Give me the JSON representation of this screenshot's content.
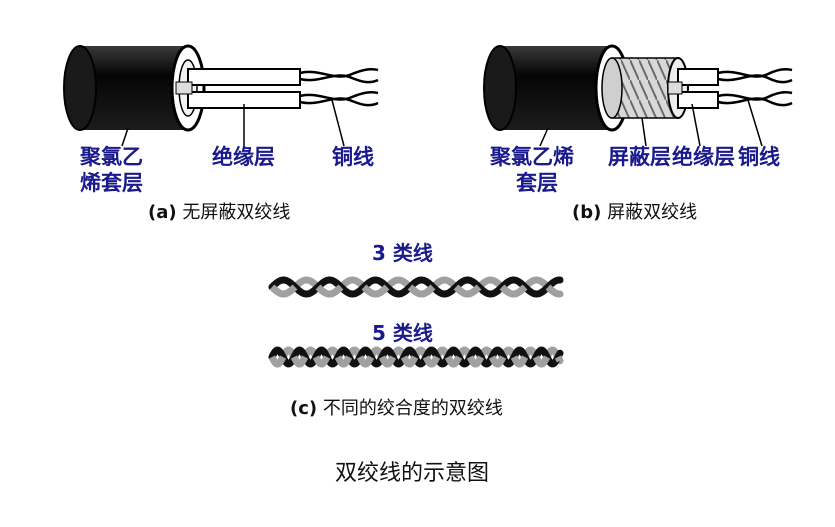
{
  "panel_a": {
    "label_jacket_line1": "聚氯乙",
    "label_jacket_line2": "烯套层",
    "label_insulation": "绝缘层",
    "label_copper": "铜线",
    "caption_tag": "(a)",
    "caption_text": "无屏蔽双绞线"
  },
  "panel_b": {
    "label_jacket_line1": "聚氯乙烯",
    "label_jacket_line2": "套层",
    "label_shield": "屏蔽层",
    "label_insulation": "绝缘层",
    "label_copper": "铜线",
    "caption_tag": "(b)",
    "caption_text": "屏蔽双绞线"
  },
  "panel_c": {
    "cat3_label": "3 类线",
    "cat5_label": "5 类线",
    "caption_tag": "(c)",
    "caption_text": "不同的绞合度的双绞线"
  },
  "figure_title": "双绞线的示意图",
  "colors": {
    "label_blue": "#1a1a8c",
    "cable_black": "#111111",
    "strand_gray": "#a0a0a0"
  }
}
